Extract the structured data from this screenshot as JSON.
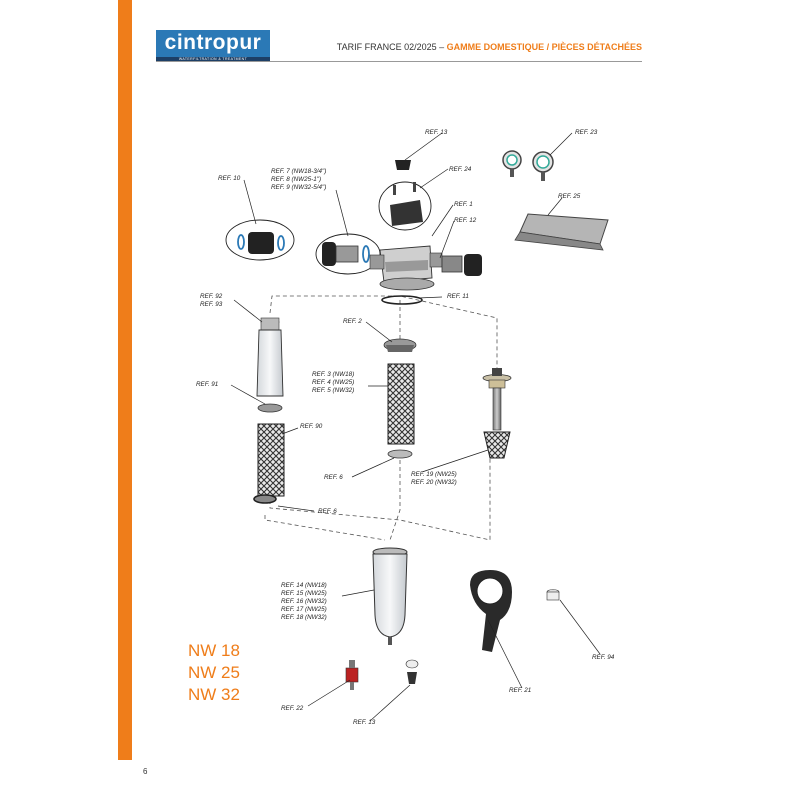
{
  "brand": {
    "name": "cintropur",
    "tagline": "WATERFILTRATION & TREATMENT"
  },
  "header": {
    "prefix": "TARIF FRANCE 02/2025 – ",
    "highlight": "GAMME DOMESTIQUE / PIÈCES DÉTACHÉES"
  },
  "models": [
    "NW 18",
    "NW 25",
    "NW 32"
  ],
  "page_number": "6",
  "refs": {
    "r13_top": "REF. 13",
    "r24": "REF. 24",
    "r23": "REF. 23",
    "r1": "REF. 1",
    "r12": "REF. 12",
    "r25": "REF. 25",
    "r10": "REF. 10",
    "r7": "REF. 7 (NW18-3/4\")",
    "r8": "REF. 8 (NW25-1\")",
    "r9": "REF. 9 (NW32-5/4\")",
    "r11": "REF. 11",
    "r92": "REF. 92",
    "r93": "REF. 93",
    "r2": "REF. 2",
    "r3": "REF. 3 (NW18)",
    "r4": "REF. 4 (NW25)",
    "r5": "REF. 5 (NW32)",
    "r91": "REF. 91",
    "r90": "REF. 90",
    "r6_mid": "REF. 6",
    "r19": "REF. 19 (NW25)",
    "r20": "REF. 20 (NW32)",
    "r6_low": "REF. 6",
    "r14": "REF. 14 (NW18)",
    "r15": "REF. 15 (NW25)",
    "r16": "REF. 16 (NW32)",
    "r17": "REF. 17 (NW25)",
    "r18": "REF. 18 (NW32)",
    "r94": "REF. 94",
    "r21": "REF. 21",
    "r22": "REF. 22",
    "r13_bot": "REF. 13"
  }
}
